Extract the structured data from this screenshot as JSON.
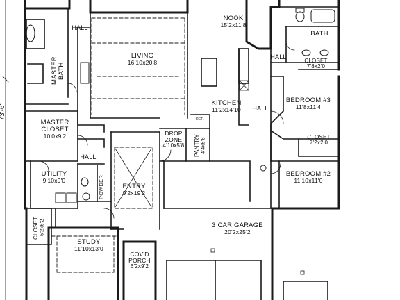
{
  "overall_dimension": "73'-6\"",
  "rooms": {
    "nook": {
      "name": "NOOK",
      "dims": "15'2x11'8"
    },
    "living": {
      "name": "LIVING",
      "dims": "16'10x20'8"
    },
    "kitchen": {
      "name": "KITCHEN",
      "dims": "11'2x14'10"
    },
    "bath": {
      "name": "BATH",
      "dims": ""
    },
    "closet_top": {
      "name": "CLOSET",
      "dims": "7'8x2'0"
    },
    "bedroom3": {
      "name": "BEDROOM #3",
      "dims": "11'8x11'4"
    },
    "closet_mid": {
      "name": "CLOSET",
      "dims": "7'2x2'0"
    },
    "bedroom2": {
      "name": "BEDROOM #2",
      "dims": "11'10x11'0"
    },
    "master_bath": {
      "name": "MASTER BATH",
      "dims": ""
    },
    "master_closet": {
      "name": "MASTER CLOSET",
      "dims": "10'0x9'2"
    },
    "drop_zone": {
      "name": "DROP ZONE",
      "dims": "4'10x5'8"
    },
    "pantry": {
      "name": "PANTRY",
      "dims": "4'4x5'8"
    },
    "utility": {
      "name": "UTILITY",
      "dims": "9'10x9'0"
    },
    "entry": {
      "name": "ENTRY",
      "dims": "9'2x19'2"
    },
    "garage": {
      "name": "3 CAR GARAGE",
      "dims": "20'2x25'2"
    },
    "closet_left": {
      "name": "CLOSET",
      "dims": "5'2x6'2"
    },
    "study": {
      "name": "STUDY",
      "dims": "11'10x13'0"
    },
    "porch": {
      "name": "COV'D PORCH",
      "dims": "6'2x9'2"
    }
  },
  "labels": {
    "hall_top": "HALL",
    "hall_right_top": "HALL",
    "hall_right": "HALL",
    "hall_utility": "HALL",
    "powder": "POWDER",
    "ref": "REF."
  }
}
